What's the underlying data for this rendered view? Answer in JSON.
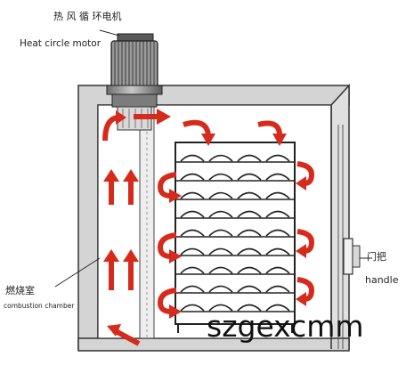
{
  "labels": {
    "motor_cn": "热 风 循 环电机",
    "motor_en": "Heat circle motor",
    "chamber_cn": "燃烧室",
    "chamber_en": "combustion chamber",
    "handle_cn": "门把",
    "handle_en": "handle"
  },
  "watermark": "szgexcmm",
  "colors": {
    "arrow": "#d62a1c",
    "frame": "#444444",
    "wall": "#cfcfcf",
    "motor": "#8a8a8a"
  }
}
